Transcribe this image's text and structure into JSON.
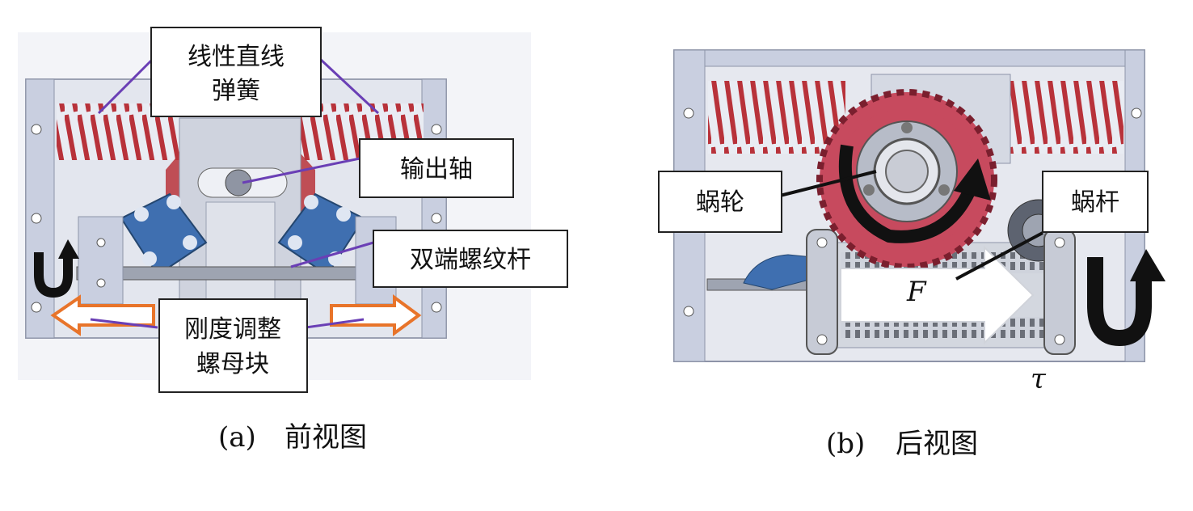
{
  "panel_a": {
    "caption_letter": "(a)",
    "caption_title": "前视图",
    "labels": {
      "spring_line1": "线性直线",
      "spring_line2": "弹簧",
      "output_shaft": "输出轴",
      "screw_rod": "双端螺纹杆",
      "nut_line1": "刚度调整",
      "nut_line2": "螺母块"
    }
  },
  "panel_b": {
    "caption_letter": "(b)",
    "caption_title": "后视图",
    "labels": {
      "worm_wheel": "蜗轮",
      "worm": "蜗杆",
      "force": "F",
      "torque": "τ"
    }
  },
  "colors": {
    "spring": "#b8323a",
    "frame": "#c9cfe0",
    "plate": "#dde0ea",
    "link_blue": "#3f6fb0",
    "leader": "#6a3fb5",
    "arrow_orange": "#e8742a",
    "gear": "#c74a5e"
  }
}
